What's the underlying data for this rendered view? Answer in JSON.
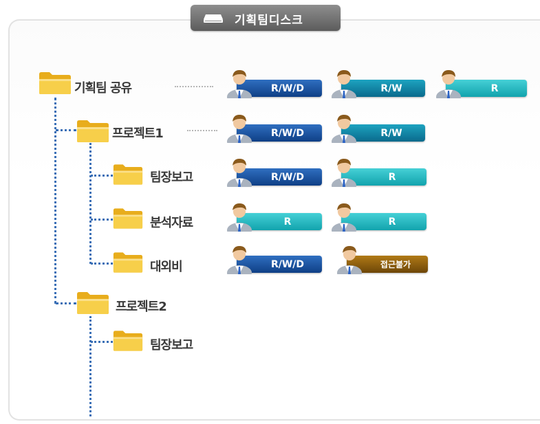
{
  "disk": {
    "title": "기획팀디스크",
    "icon": "disk-drive-icon"
  },
  "colors": {
    "connector": "#3a6fb6",
    "rwd": "#1a4f9c",
    "rw": "#157f9f",
    "r": "#26b9c2",
    "deny": "#8e5e0d",
    "folder": "#f2c12e"
  },
  "tree": {
    "root": {
      "label": "기획팀 공유",
      "perms": [
        "R/W/D",
        "R/W",
        "R"
      ]
    },
    "project1": {
      "label": "프로젝트1",
      "perms": [
        "R/W/D",
        "R/W"
      ]
    },
    "p1_report": {
      "label": "팀장보고",
      "perms": [
        "R/W/D",
        "R"
      ]
    },
    "p1_analysis": {
      "label": "분석자료",
      "perms": [
        "R",
        "R"
      ]
    },
    "p1_external": {
      "label": "대외비",
      "perms": [
        "R/W/D",
        "접근불가"
      ]
    },
    "project2": {
      "label": "프로젝트2"
    },
    "p2_report": {
      "label": "팀장보고"
    }
  }
}
